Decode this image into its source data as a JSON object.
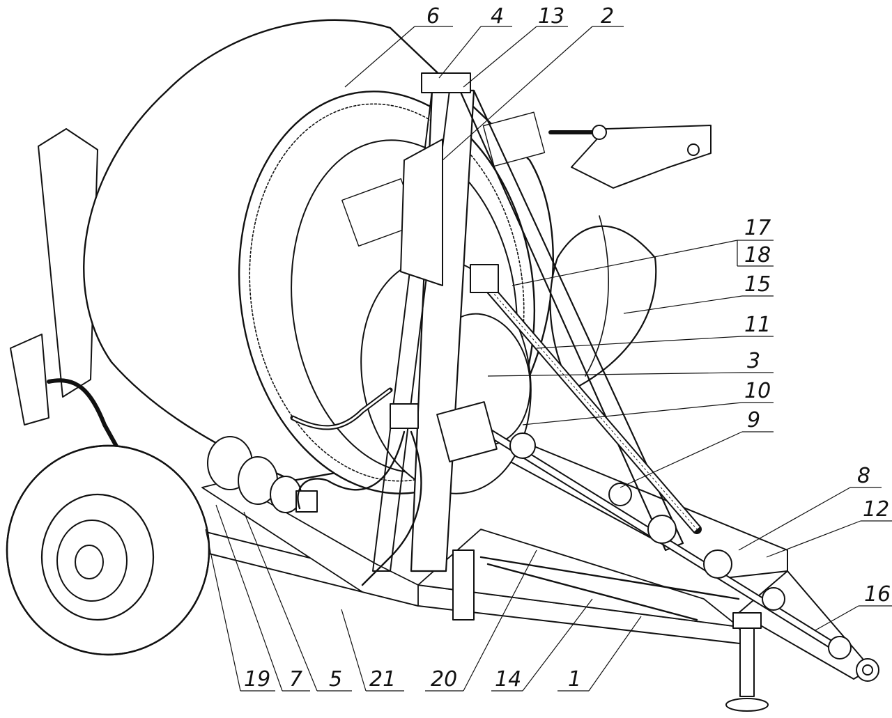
{
  "callouts": {
    "c6": "6",
    "c4": "4",
    "c13": "13",
    "c2": "2",
    "c17": "17",
    "c18": "18",
    "c15": "15",
    "c11": "11",
    "c3": "3",
    "c10": "10",
    "c9": "9",
    "c8": "8",
    "c12": "12",
    "c16": "16",
    "c1": "1",
    "c14": "14",
    "c20": "20",
    "c21": "21",
    "c5": "5",
    "c7": "7",
    "c19": "19"
  },
  "icons": {
    "drum": "mixer-drum-icon",
    "wheel": "wheel-icon",
    "drawbar": "drawbar-icon"
  }
}
